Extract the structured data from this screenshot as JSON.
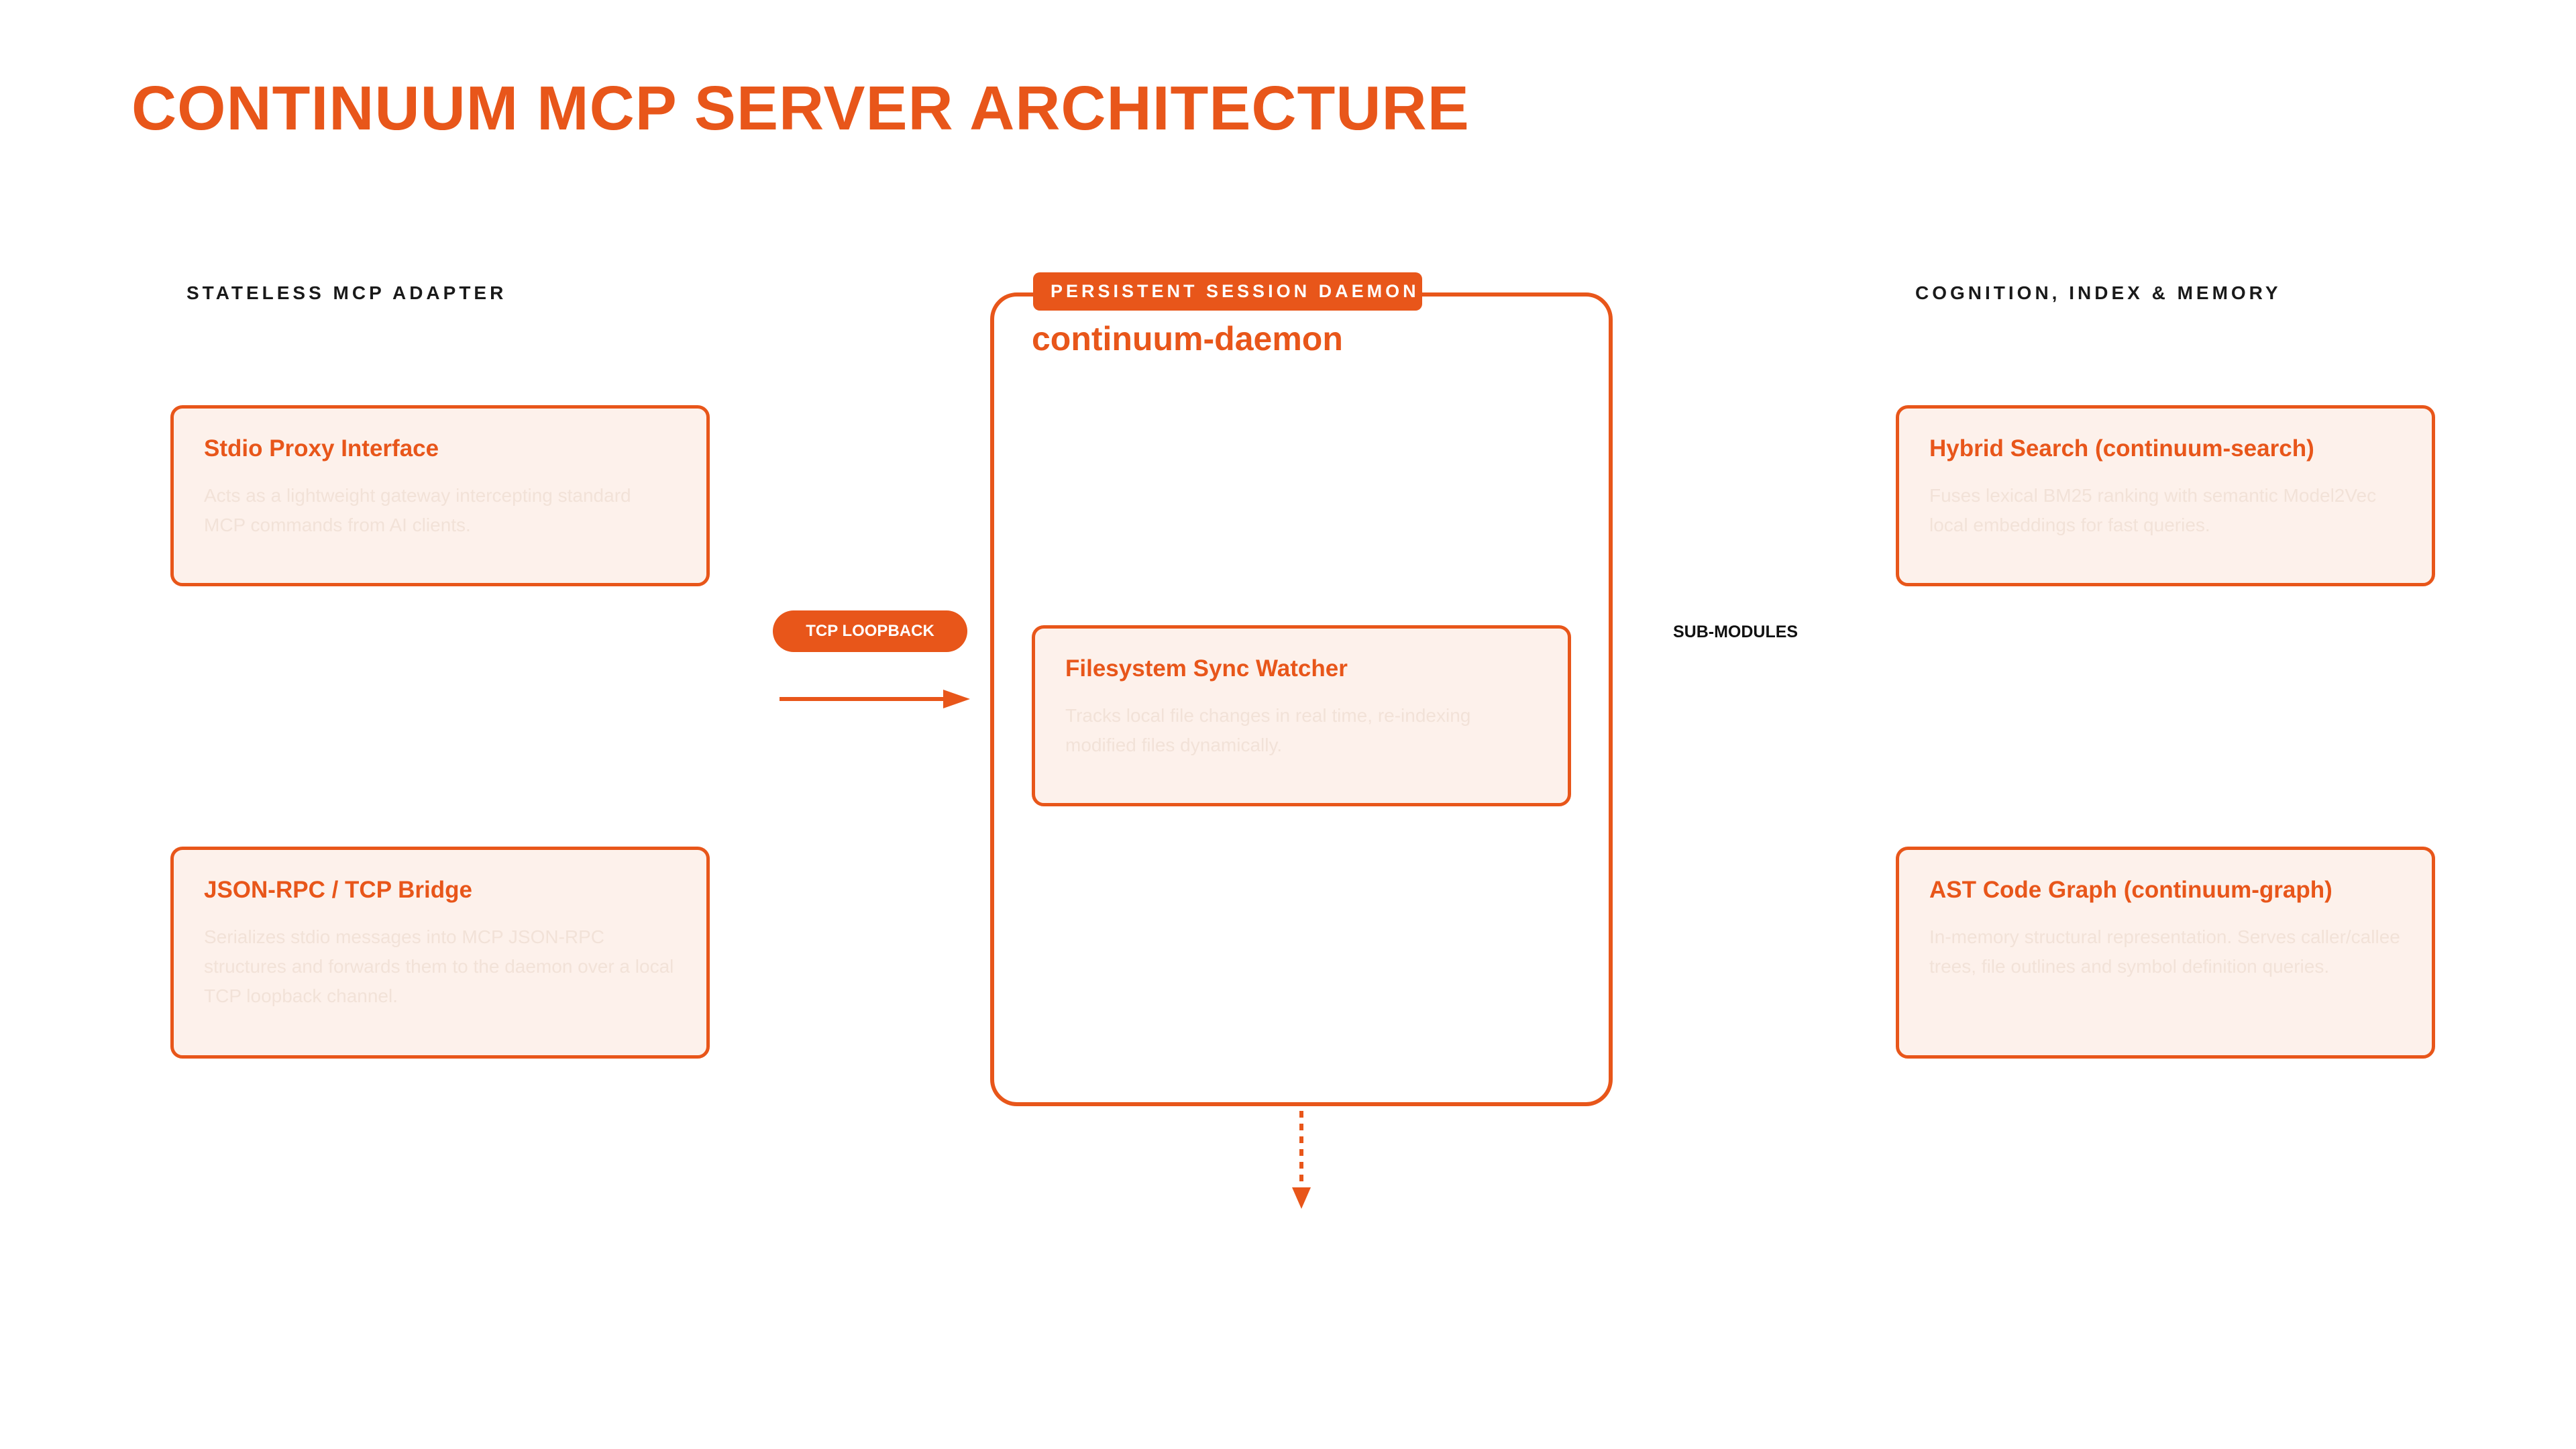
{
  "header": {
    "title": "CONTINUUM MCP SERVER ARCHITECTURE",
    "subtitle": ""
  },
  "columns": {
    "left_label": "STATELESS MCP ADAPTER",
    "right_label": "COGNITION, INDEX & MEMORY"
  },
  "left_cards": [
    {
      "title": "Stdio Proxy Interface",
      "desc": "Acts as a lightweight gateway intercepting standard MCP commands from AI clients."
    },
    {
      "title": "JSON-RPC / TCP Bridge",
      "desc": "Serializes stdio messages into MCP JSON-RPC structures and forwards them to the daemon over a local TCP loopback channel."
    }
  ],
  "daemon": {
    "tab_label": "PERSISTENT SESSION DAEMON",
    "name": "continuum-daemon",
    "watcher": {
      "title": "Filesystem Sync Watcher",
      "desc": "Tracks local file changes in real time, re-indexing modified files dynamically."
    }
  },
  "connectors": {
    "tcp_label": "TCP LOOPBACK",
    "submodules_label": "SUB-MODULES"
  },
  "right_cards": [
    {
      "title": "Hybrid Search (continuum-search)",
      "desc": "Fuses lexical BM25 ranking with semantic Model2Vec local embeddings for fast queries."
    },
    {
      "title": "AST Code Graph (continuum-graph)",
      "desc": "In-memory structural representation. Serves caller/callee trees, file outlines and symbol definition queries."
    }
  ],
  "colors": {
    "accent": "#E8561A",
    "card_fill": "#FDF1EB",
    "label_text": "#1a1a1a"
  }
}
